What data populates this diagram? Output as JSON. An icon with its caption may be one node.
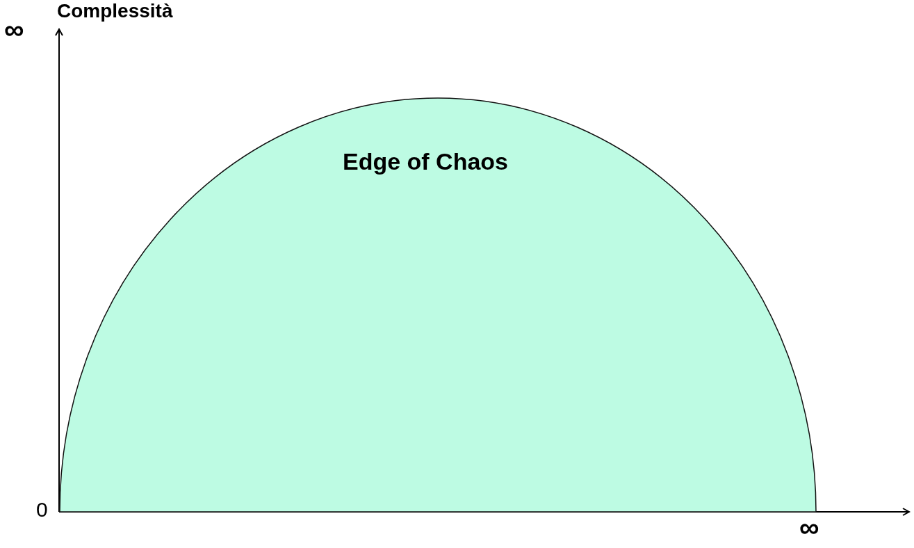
{
  "diagram": {
    "nodes": [
      {
        "text": [
          "Edge of Chaos"
        ]
      }
    ],
    "labels": [
      "Complessità",
      "∞",
      "0",
      "∞"
    ]
  }
}
